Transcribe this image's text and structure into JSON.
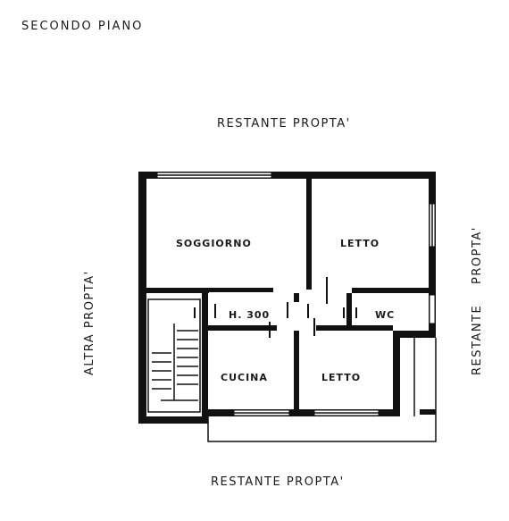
{
  "title": "SECONDO  PIANO",
  "neighbors": {
    "top": "RESTANTE   PROPTA'",
    "bottom": "RESTANTE   PROPTA'",
    "left": "ALTRA  PROPTA'",
    "right_top": "PROPTA'",
    "right_bottom": "RESTANTE"
  },
  "rooms": {
    "soggiorno": "SOGGIORNO",
    "letto_top": "LETTO",
    "hall": "H. 300",
    "wc": "WC",
    "cucina": "CUCINA",
    "letto_bottom": "LETTO"
  }
}
